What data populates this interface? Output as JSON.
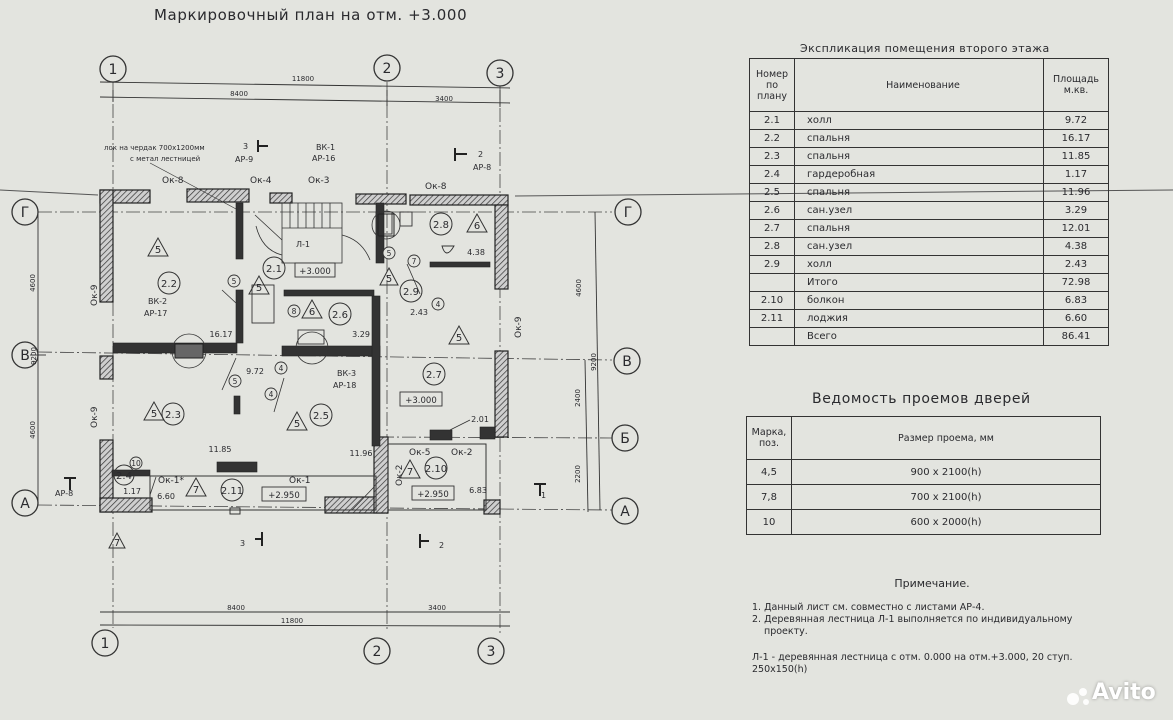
{
  "plan": {
    "title": "Маркировочный план на отм. +3.000",
    "axes": {
      "col1": "1",
      "col2": "2",
      "col3": "3",
      "rowA": "А",
      "rowB": "Б",
      "rowV": "В",
      "rowG": "Г"
    },
    "dims": {
      "total": "11800",
      "d8400": "8400",
      "d3400": "3400",
      "v4600a": "4600",
      "v4600b": "4600",
      "v9200": "9200",
      "v2400": "2400",
      "v2200": "2200"
    },
    "windows": {
      "ok8a": "Ок-8",
      "ok4": "Ок-4",
      "ok3": "Ок-3",
      "ok8b": "Ок-8",
      "ok9a": "Ок-9",
      "ok9b": "Ок-9",
      "ok9c": "Ок-9",
      "ok1s": "Ок-1*",
      "ok1": "Ок-1",
      "ok5": "Ок-5",
      "ok2a": "Ок-2",
      "ok2b": "Ок-2"
    },
    "hatch_note_1": "лок на чердак 700х1200мм",
    "hatch_note_2": "с метал лестницей",
    "refs": {
      "s3": "3",
      "ar9": "АР-9",
      "vk1": "ВК-1",
      "ar16": "АР-16",
      "s2": "2",
      "ar8": "АР-8",
      "vk2": "ВК-2",
      "ar17": "АР-17",
      "vk3": "ВК-3",
      "ar18": "АР-18",
      "ar8b": "АР-8",
      "cut1": "1",
      "cut3": "3",
      "cut2": "2"
    },
    "stair": "Л-1",
    "rooms": [
      "2.1",
      "2.2",
      "2.3",
      "2.4",
      "2.5",
      "2.6",
      "2.7",
      "2.8",
      "2.9",
      "2.10",
      "2.11"
    ],
    "areas": {
      "a22": "16.17",
      "a21": "9.72",
      "a26": "3.29",
      "a23": "11.85",
      "a25": "11.96",
      "a24": "1.17",
      "a11": "6.60",
      "a28": "4.38",
      "a29": "2.43",
      "a27": "2.01",
      "a10": "6.83"
    },
    "levels": {
      "l1": "+3.000",
      "l2": "+3.000",
      "l3": "+2.950",
      "l4": "+2.950"
    },
    "door_tags": [
      "5",
      "5",
      "4",
      "5",
      "4",
      "8",
      "7",
      "4",
      "10"
    ],
    "finish_tags": [
      "5",
      "5",
      "5",
      "6",
      "5",
      "5",
      "5",
      "6",
      "7",
      "7",
      "7",
      "5"
    ]
  },
  "explication": {
    "title": "Экспликация помещения второго этажа",
    "headers": [
      "Номер по плану",
      "Наименование",
      "Площадь м.кв."
    ],
    "rows": [
      [
        "2.1",
        "холл",
        "9.72"
      ],
      [
        "2.2",
        "спальня",
        "16.17"
      ],
      [
        "2.3",
        "спальня",
        "11.85"
      ],
      [
        "2.4",
        "гардеробная",
        "1.17"
      ],
      [
        "2.5",
        "спальня",
        "11.96"
      ],
      [
        "2.6",
        "сан.узел",
        "3.29"
      ],
      [
        "2.7",
        "спальня",
        "12.01"
      ],
      [
        "2.8",
        "сан.узел",
        "4.38"
      ],
      [
        "2.9",
        "холл",
        "2.43"
      ],
      [
        "",
        "Итого",
        "72.98"
      ],
      [
        "2.10",
        "болкон",
        "6.83"
      ],
      [
        "2.11",
        "лоджия",
        "6.60"
      ],
      [
        "",
        "Всего",
        "86.41"
      ]
    ]
  },
  "doors": {
    "title": "Ведомость проемов дверей",
    "headers": [
      "Марка, поз.",
      "Размер проема, мм"
    ],
    "rows": [
      [
        "4,5",
        "900 х 2100(h)"
      ],
      [
        "7,8",
        "700 х 2100(h)"
      ],
      [
        "10",
        "600 х 2000(h)"
      ]
    ]
  },
  "notes": {
    "heading": "Примечание.",
    "n1": "1. Данный лист см. совместно с листами АР-4.",
    "n2a": "2. Деревянная лестница Л-1 выполняется по индивидуальному",
    "n2b": "проекту.",
    "n3a": "Л-1 - деревянная лестница с отм. 0.000 на отм.+3.000, 20 ступ.",
    "n3b": "250х150(h)"
  },
  "watermark": "Avito"
}
